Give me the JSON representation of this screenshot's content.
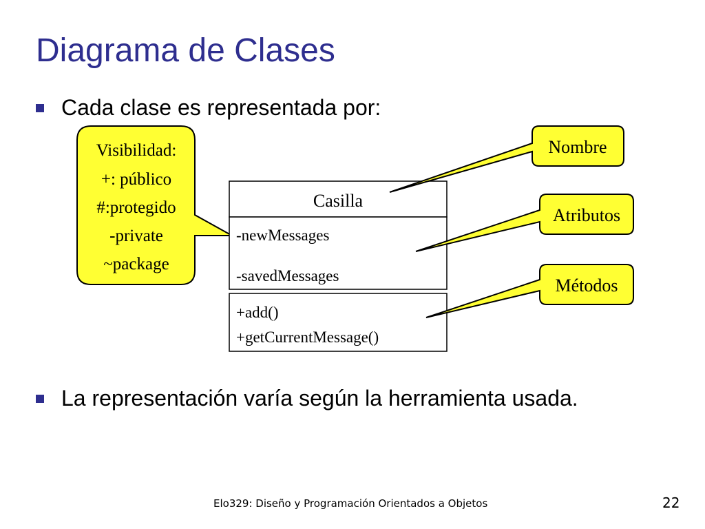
{
  "slide": {
    "title": "Diagrama de Clases",
    "bullets": [
      "Cada clase es representada por:",
      "La representación varía según la herramienta usada."
    ],
    "footer": {
      "course": "Elo329: Diseño y Programación Orientados a Objetos",
      "page_number": "22"
    }
  },
  "diagram": {
    "class_box": {
      "name": "Casilla",
      "attributes": [
        "-newMessages",
        "-savedMessages"
      ],
      "methods": [
        "+add()",
        "+getCurrentMessage()"
      ]
    },
    "visibility_callout": {
      "lines": [
        "Visibilidad:",
        "+: público",
        "#:protegido",
        "-private",
        "~package"
      ]
    },
    "callouts": {
      "name_label": "Nombre",
      "attributes_label": "Atributos",
      "methods_label": "Métodos"
    },
    "colors": {
      "title": "#2e2e8f",
      "bullet_marker": "#2e2e8f",
      "callout_fill": "#ffff33",
      "outline": "#000000"
    }
  }
}
